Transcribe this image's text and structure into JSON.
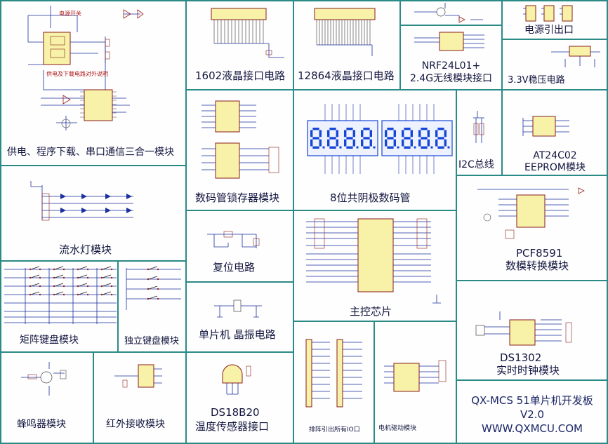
{
  "board": {
    "frame_color": "#2a8a86",
    "background": "#fefefe",
    "text_color": "#12163f",
    "segment_color": "#1546d6",
    "schematic_red": "#9a1a1a",
    "schematic_blue": "#1a2fa0"
  },
  "modules": {
    "power_program_uart": "供电、程序下载、串口通信三合一模块",
    "lcd1602": "1602液晶接口电路",
    "lcd12864": "12864液晶接口电路",
    "nrf24l01_line1": "NRF24L01+",
    "nrf24l01_line2": "2.4G无线模块接口",
    "power_out": "电源引出口",
    "regulator_33": "3.3V稳压电路",
    "latch": "数码管锁存器模块",
    "display_8digit": "8位共阴极数码管",
    "i2c_bus": "I2C总线",
    "at24c02_line1": "AT24C02",
    "at24c02_line2": "EEPROM模块",
    "water_led": "流水灯模块",
    "reset": "复位电路",
    "main_chip": "主控芯片",
    "pcf8591_line1": "PCF8591",
    "pcf8591_line2": "数模转换模块",
    "matrix_keypad": "矩阵键盘模块",
    "independent_keys": "独立键盘模块",
    "crystal": "单片机 晶振电路",
    "ds1302_line1": "DS1302",
    "ds1302_line2": "实时时钟模块",
    "buzzer": "蜂鸣器模块",
    "ir_receiver": "红外接收模块",
    "ds18b20_line1": "DS18B20",
    "ds18b20_line2": "温度传感器接口",
    "io_header": "排阵引出所有IO口",
    "motor_driver": "电机驱动模块",
    "usb_download_note": "供电及下载电路对外说明",
    "power_switch": "电源开关"
  },
  "footer": {
    "board_name": "QX-MCS 51单片机开发板",
    "version": "V2.0",
    "website": "WWW.QXMCU.COM"
  },
  "seven_segment": {
    "digit_groups": 2,
    "digits_per_group": 4
  }
}
